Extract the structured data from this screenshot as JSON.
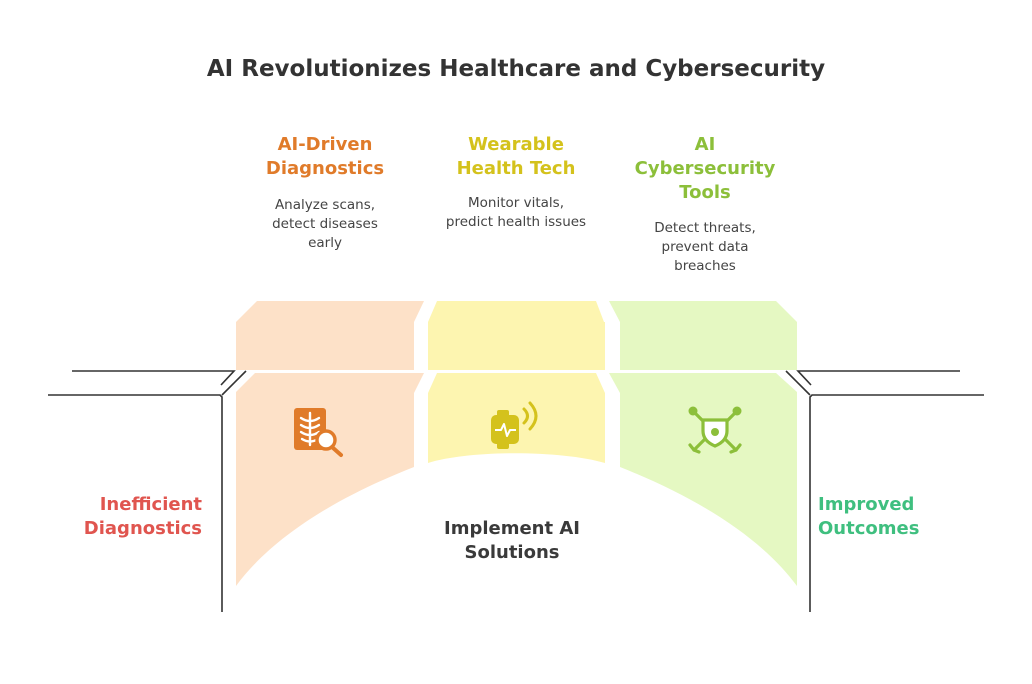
{
  "title": "AI Revolutionizes Healthcare and Cybersecurity",
  "colors": {
    "diagnostics": "#e07b2a",
    "wearable": "#d4c21c",
    "cyber": "#8cbf3a",
    "inefficient": "#e0554f",
    "improved": "#3fbf7f",
    "diagnostics_fill": "#fde1c8",
    "wearable_fill": "#fdf5b0",
    "cyber_fill": "#e5f8c2"
  },
  "columns": [
    {
      "title_lines": [
        "AI-Driven",
        "Diagnostics"
      ],
      "desc_lines": [
        "Analyze scans,",
        "detect diseases",
        "early"
      ],
      "icon": "xray-scan-icon"
    },
    {
      "title_lines": [
        "Wearable",
        "Health Tech"
      ],
      "desc_lines": [
        "Monitor vitals,",
        "predict health issues"
      ],
      "icon": "smartwatch-icon"
    },
    {
      "title_lines": [
        "AI",
        "Cybersecurity",
        "Tools"
      ],
      "desc_lines": [
        "Detect threats,",
        "prevent data",
        "breaches"
      ],
      "icon": "security-shield-icon"
    }
  ],
  "left_label": [
    "Inefficient",
    "Diagnostics"
  ],
  "right_label": [
    "Improved",
    "Outcomes"
  ],
  "center_label": [
    "Implement AI",
    "Solutions"
  ]
}
